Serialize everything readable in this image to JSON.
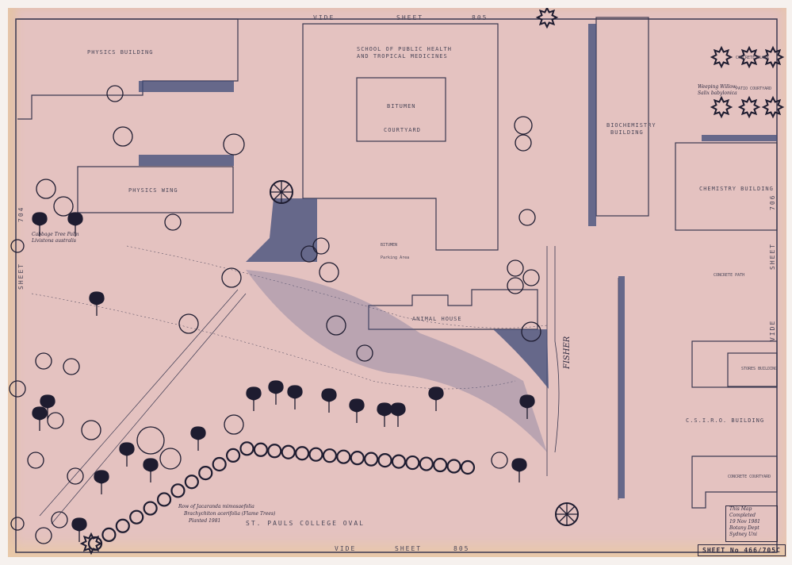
{
  "colors": {
    "paper": "#e4c2c0",
    "ink": "#2e2a40",
    "shade": "#3c4a78"
  },
  "borders": {
    "top": {
      "vide": "VIDE",
      "sheet": "SHEET",
      "number": "805"
    },
    "bottom": {
      "vide": "VIDE",
      "sheet": "SHEET",
      "number": "805"
    },
    "left": {
      "sheet": "SHEET",
      "number": "704"
    },
    "right": {
      "vide": "VIDE",
      "sheet": "SHEET",
      "number": "706"
    }
  },
  "buildings": {
    "physics": "PHYSICS BUILDING",
    "physics_wing": "PHYSICS WING",
    "public_health": [
      "SCHOOL OF PUBLIC HEALTH",
      "AND TROPICAL MEDICINES"
    ],
    "courtyard": [
      "BITUMEN",
      "COURTYARD"
    ],
    "animal_house": "ANIMAL HOUSE",
    "biochemistry": [
      "BIOCHEMISTRY",
      "BUILDING"
    ],
    "chemistry": "CHEMISTRY BUILDING",
    "stores": "STORES BUILDING",
    "csiro": "C.S.I.R.O. BUILDING",
    "concrete_block": "CONCRETE BLOCK",
    "patio_courtyard": "PATIO COURTYARD",
    "concrete_courtyard": "CONCRETE COURTYARD"
  },
  "areas": {
    "bitumen": "BITUMEN",
    "parking": "Parking Area",
    "concrete_path": "CONCRETE PATH",
    "oval": "ST. PAULS COLLEGE OVAL",
    "road": "FISHER"
  },
  "plant_labels": {
    "palm": [
      "Cabbage Tree Palm",
      "Livistona australis"
    ],
    "row": [
      "Row of Jacaranda mimosaefolia",
      "Brachychiton acerifolia (Flame Trees)",
      "Planted 1981"
    ],
    "willow": [
      "Weeping Willow",
      "Salix babylonica"
    ]
  },
  "completion_note": [
    "This Map Completed",
    "19 Nov 1981",
    "Botany Dept",
    "Sydney Uni"
  ],
  "sheet_number": "SHEET No 466/705C"
}
